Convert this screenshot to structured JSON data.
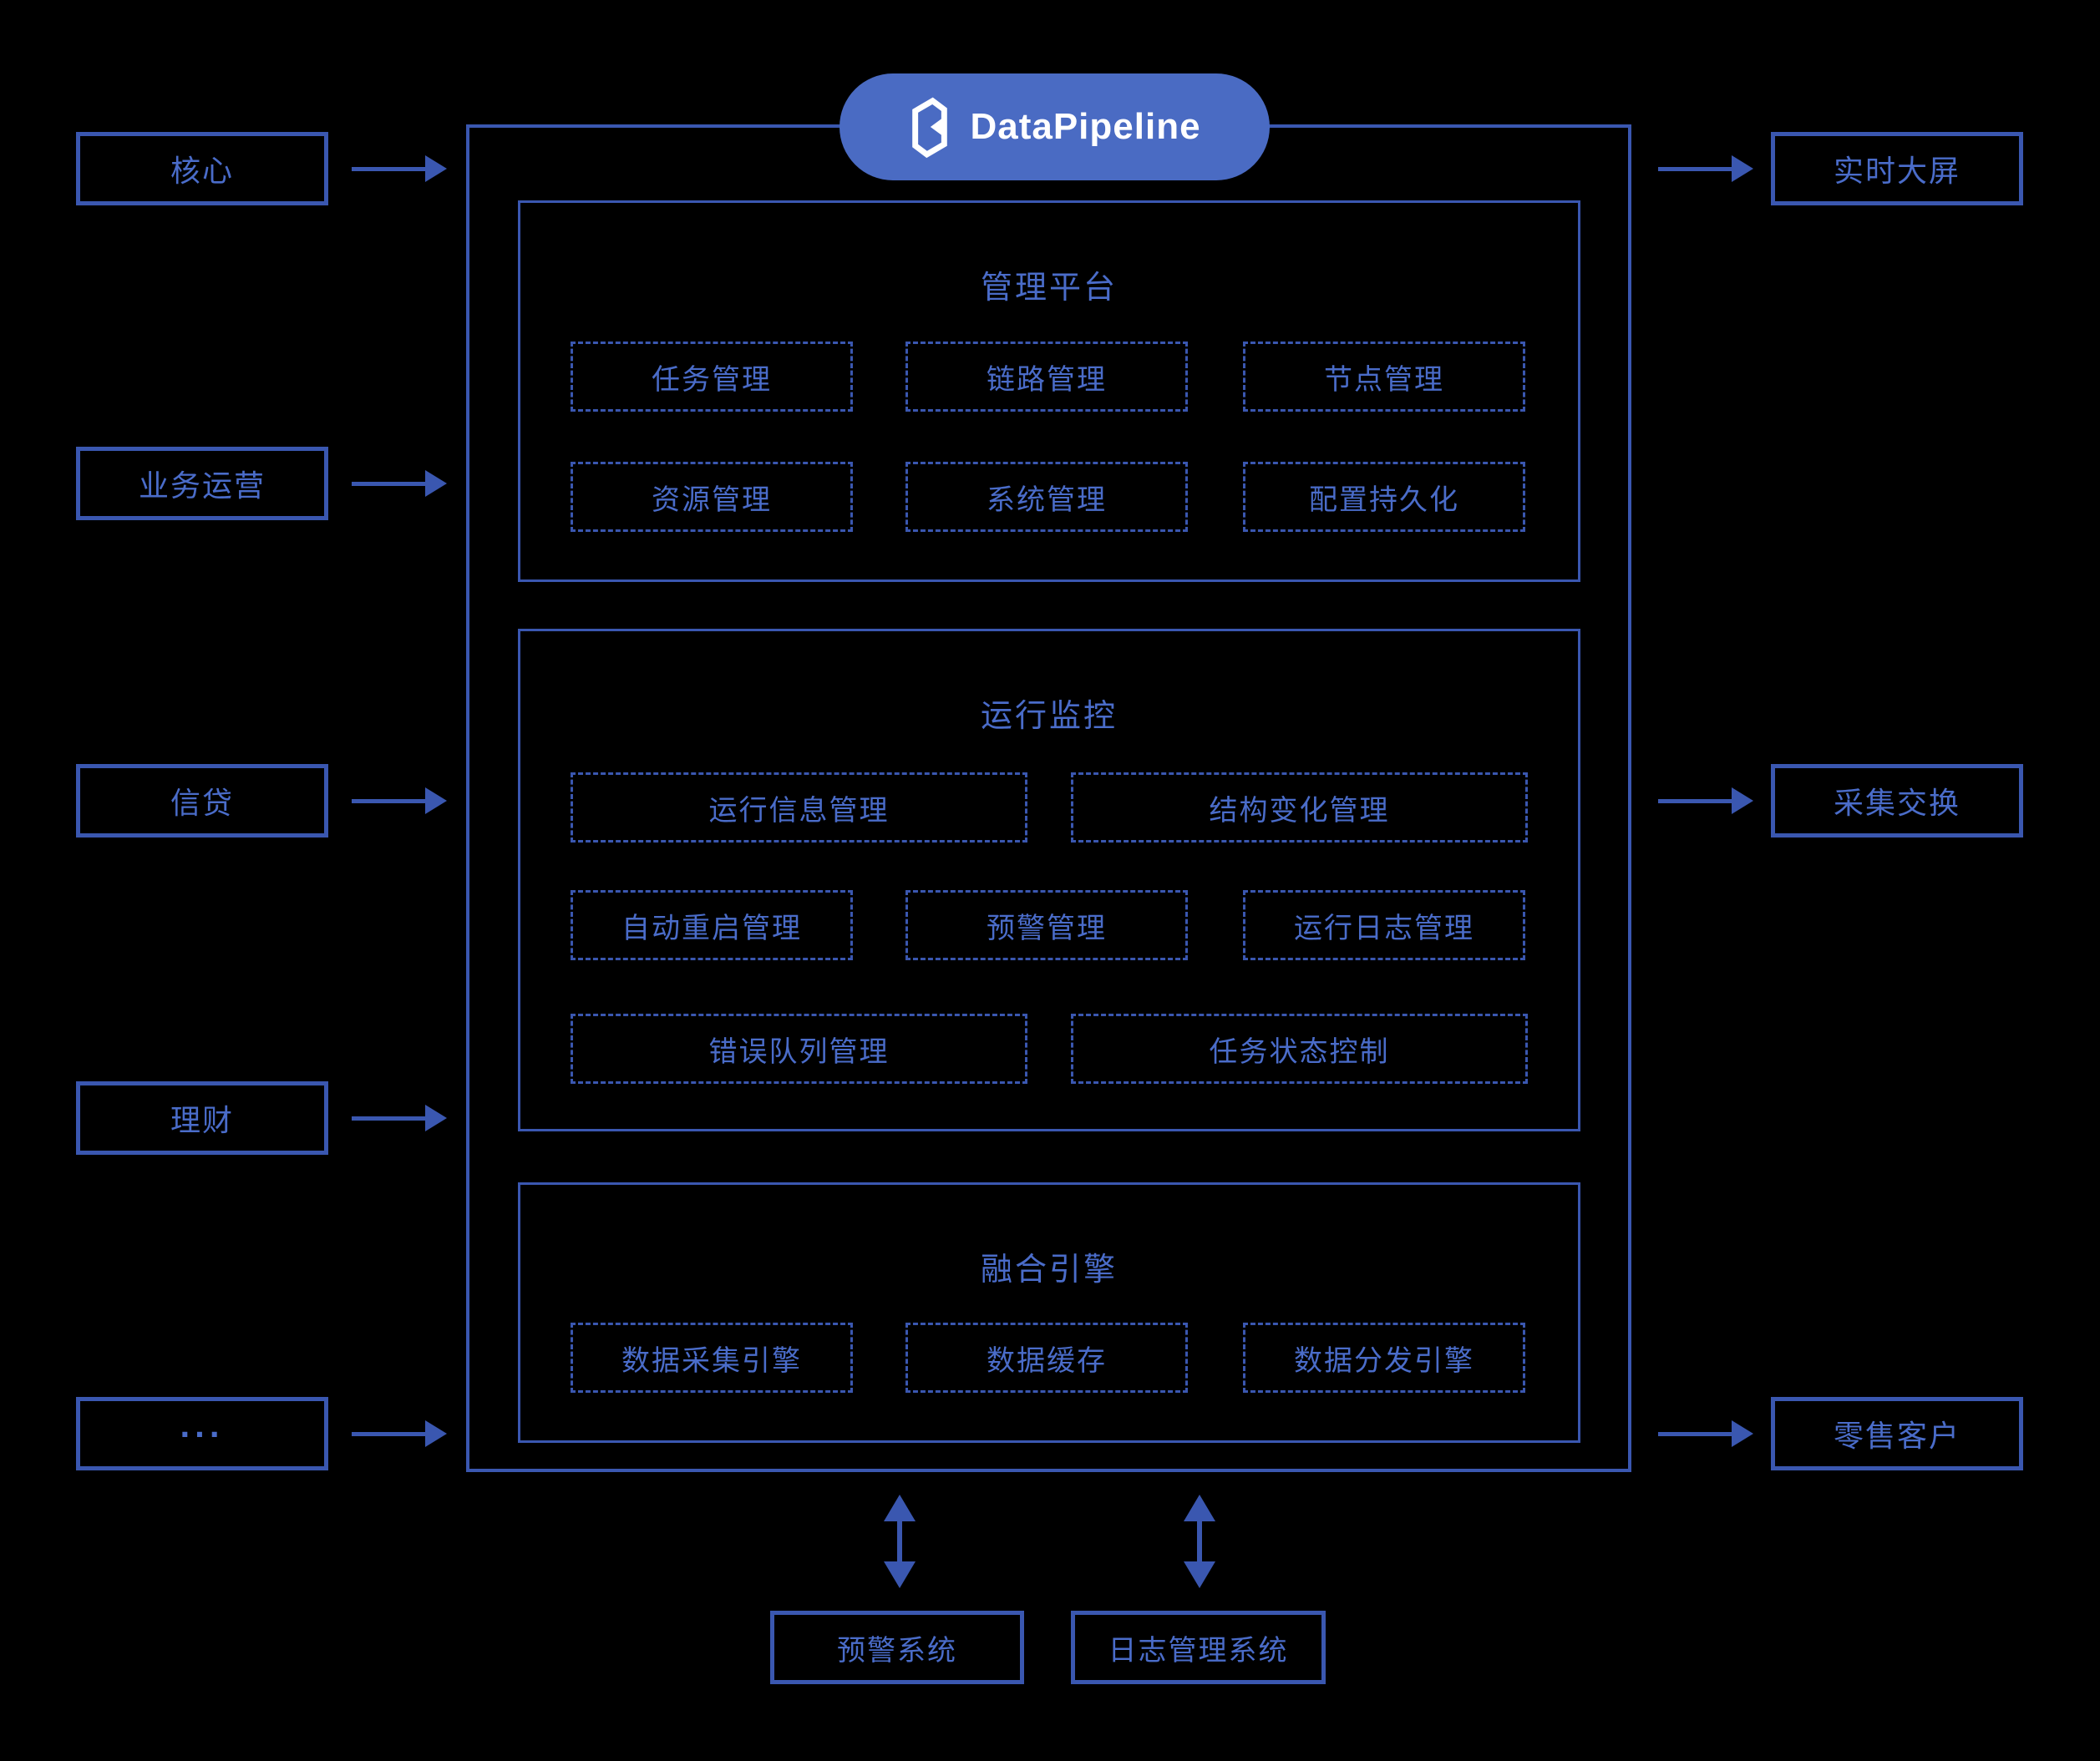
{
  "logo": {
    "text": "DataPipeline",
    "icon": "datapipeline-prism-icon"
  },
  "colors": {
    "background": "#000000",
    "line": "#3a57b0",
    "text": "#4a6cc9",
    "pill": "#4a6bc3",
    "logo_text": "#ffffff"
  },
  "left_nodes": [
    {
      "label": "核心"
    },
    {
      "label": "业务运营"
    },
    {
      "label": "信贷"
    },
    {
      "label": "理财"
    },
    {
      "label": "..."
    }
  ],
  "right_nodes": [
    {
      "label": "实时大屏"
    },
    {
      "label": "采集交换"
    },
    {
      "label": "零售客户"
    }
  ],
  "sections": [
    {
      "title": "管理平台",
      "rows": [
        [
          "任务管理",
          "链路管理",
          "节点管理"
        ],
        [
          "资源管理",
          "系统管理",
          "配置持久化"
        ]
      ]
    },
    {
      "title": "运行监控",
      "rows": [
        [
          "运行信息管理",
          "结构变化管理"
        ],
        [
          "自动重启管理",
          "预警管理",
          "运行日志管理"
        ],
        [
          "错误队列管理",
          "任务状态控制"
        ]
      ]
    },
    {
      "title": "融合引擎",
      "rows": [
        [
          "数据采集引擎",
          "数据缓存",
          "数据分发引擎"
        ]
      ]
    }
  ],
  "bottom_nodes": [
    {
      "label": "预警系统"
    },
    {
      "label": "日志管理系统"
    }
  ]
}
